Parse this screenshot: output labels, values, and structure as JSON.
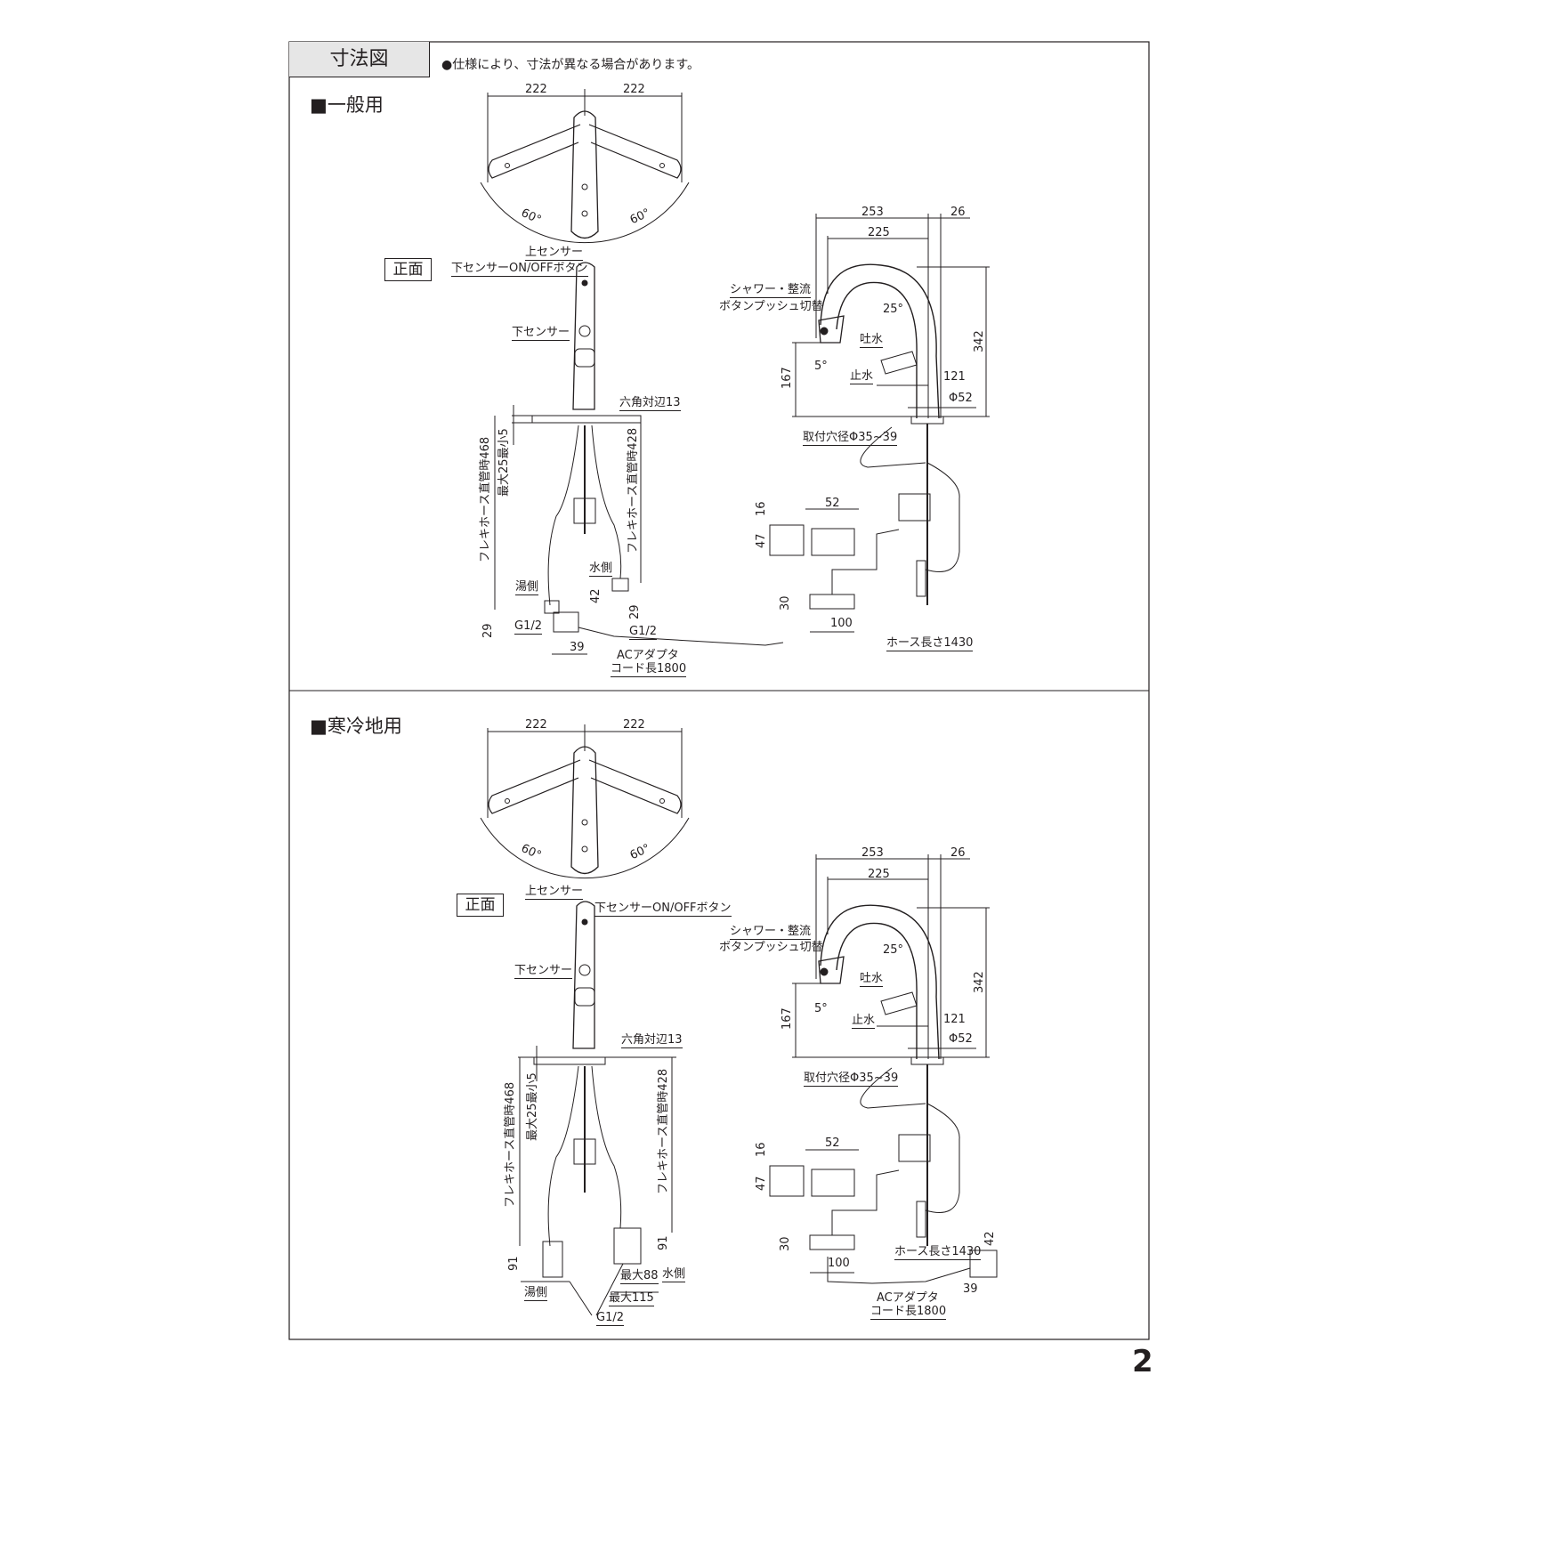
{
  "header": {
    "title": "寸法図",
    "note": "●仕様により、寸法が異なる場合があります。"
  },
  "general": {
    "title": "■一般用",
    "front_label": "正面",
    "top_view": {
      "left_width": "222",
      "right_width": "222",
      "left_angle": "60°",
      "right_angle": "60°"
    },
    "front_view": {
      "upper_sensor": "上センサー",
      "lower_sensor_button": "下センサーON/OFFボタン",
      "lower_sensor": "下センサー",
      "hex": "六角対辺13",
      "hose_hot": "フレキホース直管時468",
      "counter_thickness": "最大25最小5",
      "hose_cold": "フレキホース直管時428",
      "cold_side": "水側",
      "hot_side": "湯側",
      "dim_42": "42",
      "dim_29_right": "29",
      "dim_29_left": "29",
      "thread_left": "G1/2",
      "thread_right": "G1/2",
      "dim_39": "39",
      "ac_adapter": "ACアダプタ",
      "cord_length": "コード長1800"
    },
    "side_view": {
      "dim_253": "253",
      "dim_26": "26",
      "dim_225": "225",
      "shower_label_1": "シャワー・整流",
      "shower_label_2": "ボタンプッシュ切替",
      "angle_25": "25°",
      "spout": "吐水",
      "angle_5": "5°",
      "stop": "止水",
      "dim_167": "167",
      "dim_342": "342",
      "dim_121": "121",
      "dim_phi52": "Φ52",
      "mount_hole": "取付穴径Φ35~39",
      "dim_16": "16",
      "dim_47": "47",
      "dim_52": "52",
      "dim_30": "30",
      "dim_100": "100",
      "hose_length": "ホース長さ1430"
    }
  },
  "cold_region": {
    "title": "■寒冷地用",
    "front_label": "正面",
    "top_view": {
      "left_width": "222",
      "right_width": "222",
      "left_angle": "60°",
      "right_angle": "60°"
    },
    "front_view": {
      "upper_sensor": "上センサー",
      "lower_sensor_button": "下センサーON/OFFボタン",
      "lower_sensor": "下センサー",
      "hex": "六角対辺13",
      "hose_hot": "フレキホース直管時468",
      "counter_thickness": "最大25最小5",
      "hose_cold": "フレキホース直管時428",
      "dim_91_left": "91",
      "dim_91_right": "91",
      "hot_side": "湯側",
      "max_88": "最大88",
      "cold_side": "水側",
      "max_115": "最大115",
      "thread": "G1/2"
    },
    "side_view": {
      "dim_253": "253",
      "dim_26": "26",
      "dim_225": "225",
      "shower_label_1": "シャワー・整流",
      "shower_label_2": "ボタンプッシュ切替",
      "angle_25": "25°",
      "spout": "吐水",
      "angle_5": "5°",
      "stop": "止水",
      "dim_167": "167",
      "dim_342": "342",
      "dim_121": "121",
      "dim_phi52": "Φ52",
      "mount_hole": "取付穴径Φ35~39",
      "dim_16": "16",
      "dim_47": "47",
      "dim_52": "52",
      "dim_30": "30",
      "dim_100": "100",
      "hose_length": "ホース長さ1430",
      "dim_42": "42",
      "dim_39": "39",
      "ac_adapter": "ACアダプタ",
      "cord_length": "コード長1800"
    }
  },
  "page_number": "2"
}
